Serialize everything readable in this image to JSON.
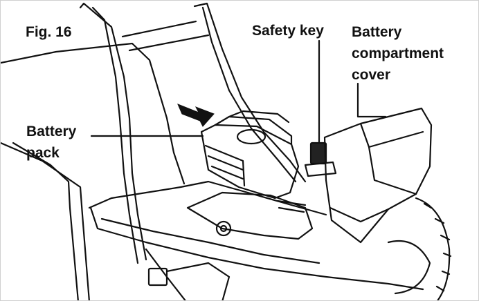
{
  "figure": {
    "label": "Fig. 16"
  },
  "callouts": {
    "safety_key": "Safety key",
    "battery_compartment_cover": [
      "Battery",
      "compartment",
      "cover"
    ],
    "battery_pack": [
      "Battery",
      "pack"
    ]
  },
  "colors": {
    "line": "#111111",
    "background": "#ffffff",
    "arrow": "#111111"
  }
}
